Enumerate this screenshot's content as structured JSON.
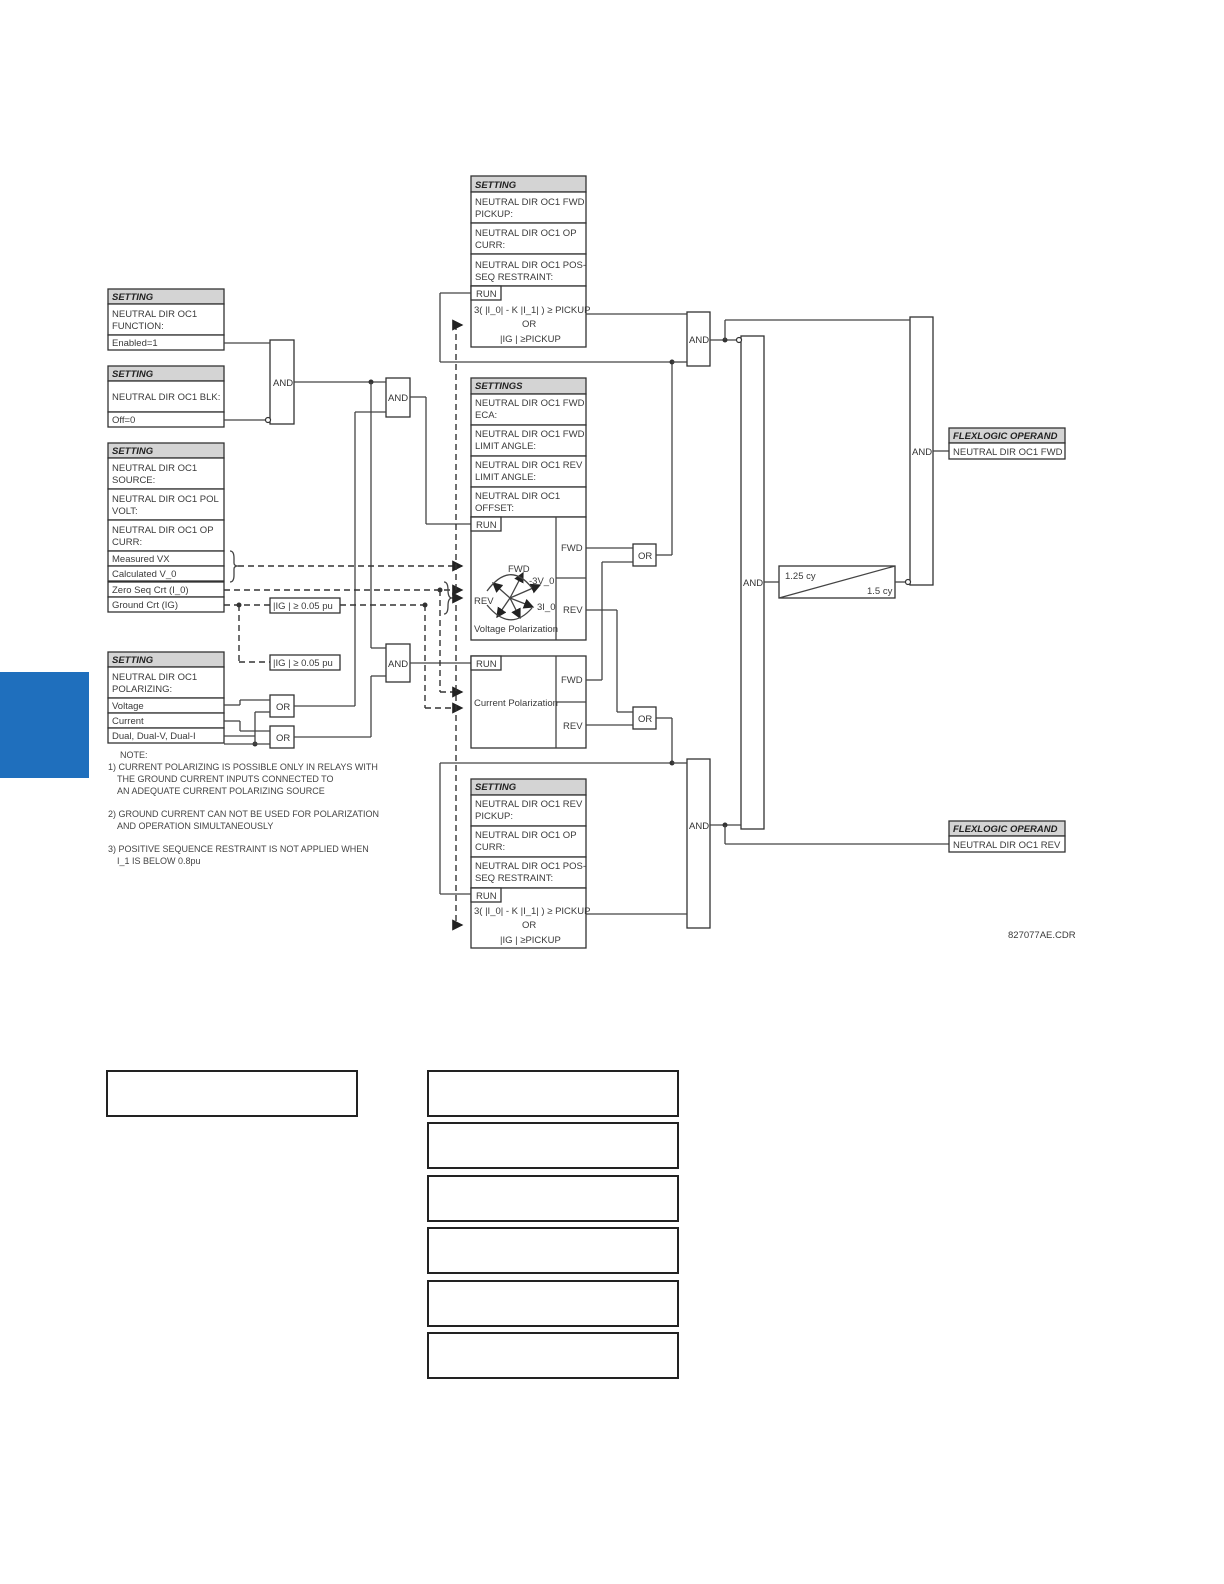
{
  "colors": {
    "side_tab": "#1f6fbd",
    "header_fill": "#d4d4d4",
    "line": "#444444"
  },
  "left": {
    "function": {
      "header": "SETTING",
      "name_l1": "NEUTRAL DIR OC1",
      "name_l2": "FUNCTION:",
      "value": "Enabled=1"
    },
    "blk": {
      "header": "SETTING",
      "name": "NEUTRAL DIR OC1 BLK:",
      "value": "Off=0"
    },
    "source": {
      "header": "SETTING",
      "src_l1": "NEUTRAL DIR OC1",
      "src_l2": "SOURCE:",
      "pol_l1": "NEUTRAL DIR OC1 POL",
      "pol_l2": "VOLT:",
      "op_l1": "NEUTRAL DIR OC1 OP",
      "op_l2": "CURR:",
      "items": [
        "Measured VX",
        "Calculated V_0",
        "Zero Seq Crt (I_0)",
        "Ground Crt (IG)"
      ]
    },
    "polarizing": {
      "header": "SETTING",
      "name_l1": "NEUTRAL DIR OC1",
      "name_l2": "POLARIZING:",
      "items": [
        "Voltage",
        "Current",
        "Dual, Dual-V, Dual-I"
      ]
    }
  },
  "ig_threshold_1": "|IG |  ≥  0.05 pu",
  "ig_threshold_2": "|IG |  ≥  0.05 pu",
  "notes": {
    "title": "NOTE:",
    "n1_l1": "1) CURRENT POLARIZING IS POSSIBLE ONLY IN RELAYS WITH",
    "n1_l2": "THE GROUND CURRENT INPUTS CONNECTED TO",
    "n1_l3": "AN ADEQUATE CURRENT POLARIZING SOURCE",
    "n2_l1": "2) GROUND CURRENT CAN NOT BE USED FOR POLARIZATION",
    "n2_l2": "AND OPERATION SIMULTANEOUSLY",
    "n3_l1": "3) POSITIVE SEQUENCE RESTRAINT IS NOT APPLIED WHEN",
    "n3_l2": "I_1 IS BELOW 0.8pu"
  },
  "fwd_block": {
    "header": "SETTING",
    "pickup_l1": "NEUTRAL DIR OC1 FWD",
    "pickup_l2": "PICKUP:",
    "op_l1": "NEUTRAL DIR OC1 OP",
    "op_l2": "CURR:",
    "pos_l1": "NEUTRAL DIR OC1 POS-",
    "pos_l2": "SEQ RESTRAINT:",
    "run": "RUN",
    "eq1": "3( |I_0| - K |I_1| ) ≥ PICKUP",
    "or": "OR",
    "eq2": "|IG | ≥PICKUP"
  },
  "settings_block": {
    "header": "SETTINGS",
    "ecа_l1": "NEUTRAL DIR OC1 FWD",
    "eca_l1": "NEUTRAL DIR OC1 FWD",
    "eca_l2": "ECA:",
    "fla_l1": "NEUTRAL DIR OC1 FWD",
    "fla_l2": "LIMIT ANGLE:",
    "rla_l1": "NEUTRAL DIR OC1 REV",
    "rla_l2": "LIMIT ANGLE:",
    "off_l1": "NEUTRAL DIR OC1",
    "off_l2": "OFFSET:",
    "run": "RUN",
    "fwd": "FWD",
    "rev": "REV",
    "vp_fwd": "FWD",
    "vp_rev": "REV",
    "vp_v0": "-3V_0",
    "vp_i0": "3I_0",
    "vp_label": "Voltage Polarization"
  },
  "current_pol": {
    "run": "RUN",
    "label": "Current Polarization",
    "fwd": "FWD",
    "rev": "REV"
  },
  "rev_block": {
    "header": "SETTING",
    "pickup_l1": "NEUTRAL DIR OC1 REV",
    "pickup_l2": "PICKUP:",
    "op_l1": "NEUTRAL DIR OC1 OP",
    "op_l2": "CURR:",
    "pos_l1": "NEUTRAL DIR OC1 POS-",
    "pos_l2": "SEQ RESTRAINT:",
    "run": "RUN",
    "eq1": "3( |I_0| - K |I_1| ) ≥ PICKUP",
    "or": "OR",
    "eq2": "|IG | ≥PICKUP"
  },
  "gates": {
    "and": "AND",
    "or": "OR"
  },
  "timer": {
    "pickup": "1.25 cy",
    "dropout": "1.5 cy"
  },
  "outputs": {
    "fwd": {
      "header": "FLEXLOGIC OPERAND",
      "value": "NEUTRAL DIR OC1 FWD"
    },
    "rev": {
      "header": "FLEXLOGIC OPERAND",
      "value": "NEUTRAL DIR OC1 REV"
    }
  },
  "drawing_id": "827077AE.CDR"
}
